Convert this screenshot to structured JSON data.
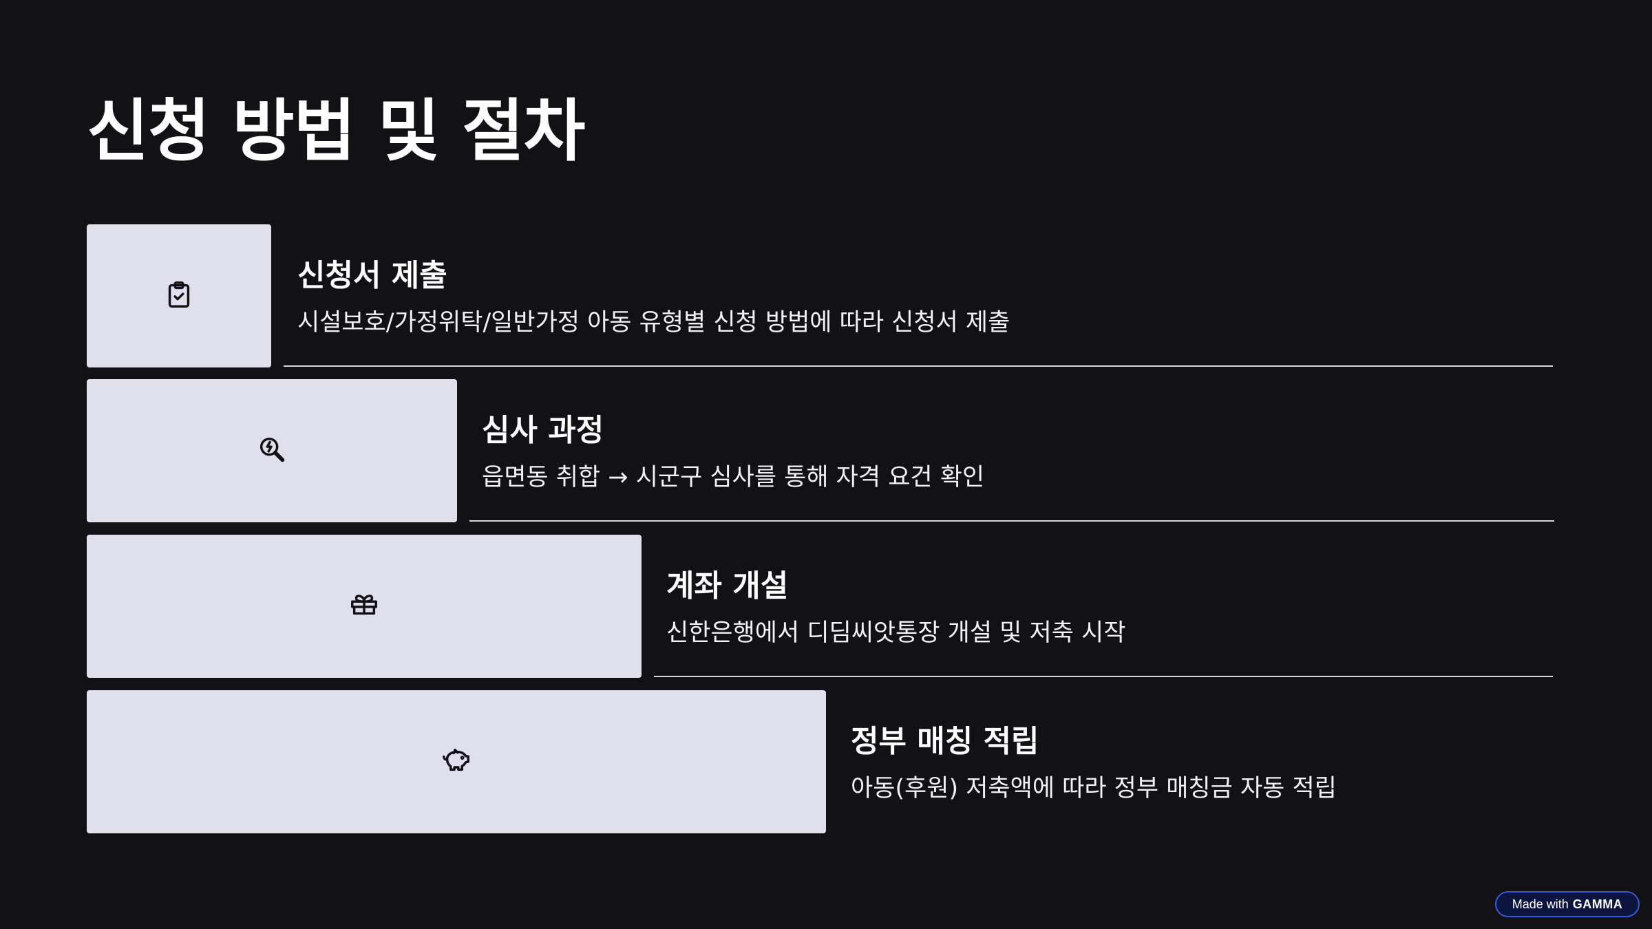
{
  "page": {
    "title": "신청 방법 및 절차"
  },
  "steps": [
    {
      "heading": "신청서 제출",
      "description": "시설보호/가정위탁/일반가정 아동 유형별 신청 방법에 따라 신청서 제출",
      "icon": "clipboard-check-icon"
    },
    {
      "heading": "심사 과정",
      "description": "읍면동 취합 → 시군구 심사를 통해 자격 요건 확인",
      "icon": "search-review-icon"
    },
    {
      "heading": "계좌 개설",
      "description": "신한은행에서 디딤씨앗통장 개설 및 저축 시작",
      "icon": "gift-icon"
    },
    {
      "heading": "정부 매칭 적립",
      "description": "아동(후원) 저축액에 따라 정부 매칭금 자동 적립",
      "icon": "piggy-bank-icon"
    }
  ],
  "badge": {
    "prefix": "Made with",
    "brand": "GAMMA"
  }
}
